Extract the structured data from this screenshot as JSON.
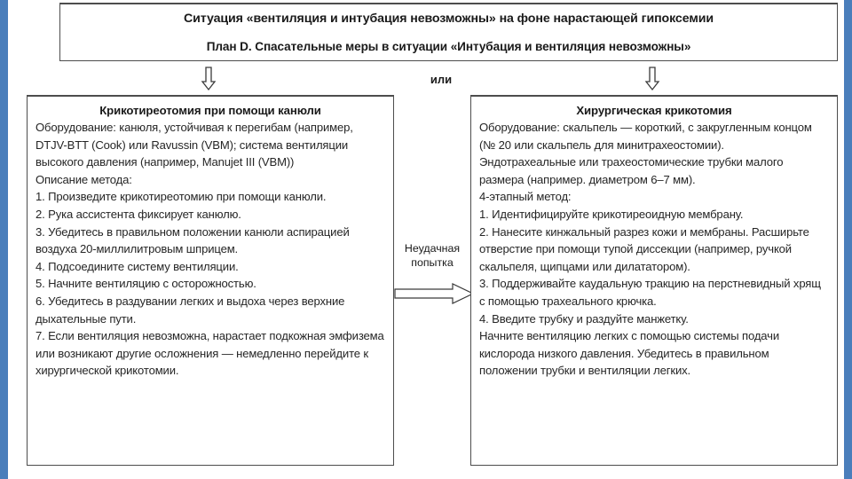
{
  "slide": {
    "header_title": "Ситуация «вентиляция и интубация невозможны» на фоне нарастающей гипоксемии",
    "plan_title": "План D. Спасательные меры в ситуации «Интубация и вентиляция невозможны»",
    "or_label": "или",
    "accent_color": "#4a7ebb",
    "border_color": "#4d4d4d"
  },
  "left_box": {
    "heading": "Крикотиреотомия при помощи канюли",
    "body": "Оборудование: канюля, устойчивая к перегибам (например, DTJV-BTT (Cook) или Ravussin (VBM); система вентиляции высокого давления (например, Manujet III (VBM))\nОписание метода:\n1. Произведите крикотиреотомию при помощи канюли.\n2. Рука ассистента фиксирует канюлю.\n3. Убедитесь в правильном положении канюли аспирацией воздуха 20-миллилитровым шприцем.\n4. Подсоедините систему вентиляции.\n5. Начните вентиляцию с осторожностью.\n6. Убедитесь в раздувании легких и выдоха через верхние дыхательные пути.\n7. Если вентиляция невозможна, нарастает подкожная эмфизема или возникают другие осложнения — немедленно перейдите к хирургической крикотомии."
  },
  "right_box": {
    "heading": "Хирургическая крикотомия",
    "body": "Оборудование: скальпель — короткий, с закругленным концом (№ 20 или скальпель для минитрахеостомии).\nЭндотрахеальные или трахеостомические трубки малого размера (например. диаметром 6–7 мм).\n4-этапный метод:\n1. Идентифицируйте крикотиреоидную мембрану.\n2. Нанесите кинжальный разрез кожи и мембраны. Расширьте отверстие при помощи тупой диссекции (например, ручкой скальпеля, щипцами или дилататором).\n3. Поддерживайте каудальную тракцию на перстневидный хрящ с помощью трахеального крючка.\n4. Введите трубку и раздуйте манжетку.\nНачните вентиляцию легких с помощью системы подачи кислорода низкого давления. Убедитесь в правильном положении трубки и вентиляции легких."
  },
  "connector": {
    "fail_label": "Неудачная попытка"
  },
  "icons": {
    "down_arrow_left": "arrow-down-icon",
    "down_arrow_right": "arrow-down-icon",
    "fail_arrow": "arrow-right-icon"
  }
}
